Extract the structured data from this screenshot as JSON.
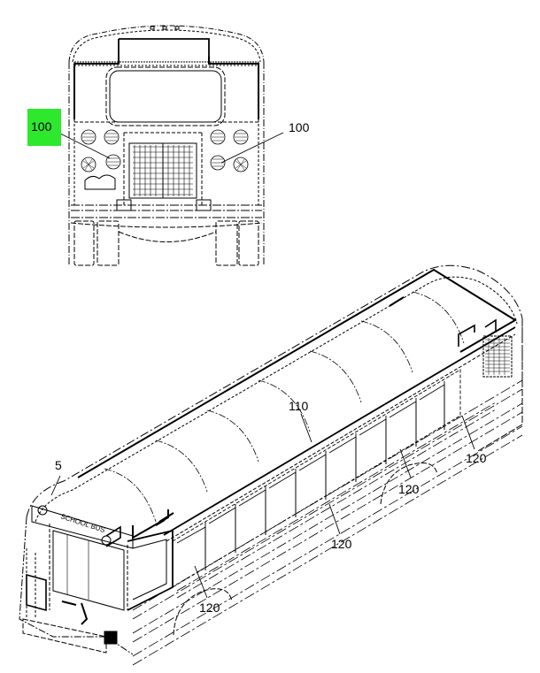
{
  "figure": {
    "highlight_color": "#2ee82e",
    "line_color": "#000000"
  },
  "callouts": [
    {
      "id": "front-left",
      "text": "100",
      "highlighted": true
    },
    {
      "id": "front-right",
      "text": "100",
      "highlighted": false
    },
    {
      "id": "windshield",
      "text": "5",
      "highlighted": false
    },
    {
      "id": "roof",
      "text": "110",
      "highlighted": false
    },
    {
      "id": "side-rear",
      "text": "120",
      "highlighted": false
    },
    {
      "id": "side-mid-rear",
      "text": "120",
      "highlighted": false
    },
    {
      "id": "side-mid",
      "text": "120",
      "highlighted": false
    },
    {
      "id": "side-front",
      "text": "120",
      "highlighted": false
    }
  ],
  "bus_sign": "SCHOOL BUS"
}
